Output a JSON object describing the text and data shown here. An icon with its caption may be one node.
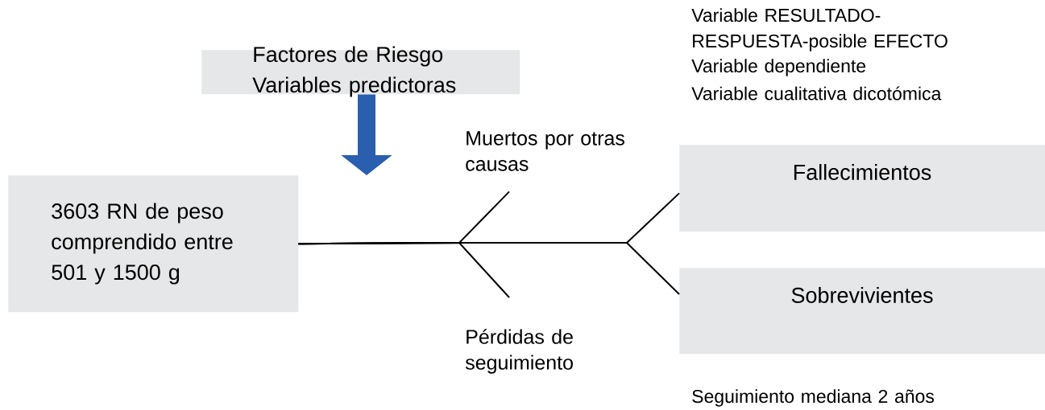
{
  "diagram": {
    "nodes": [
      {
        "text": [
          "Factores de Riesgo Variables predictoras"
        ]
      },
      {
        "text": [
          "3603 RN de peso comprendido entre 501 y 1500 g"
        ]
      },
      {
        "text": [
          "Fallecimientos"
        ]
      },
      {
        "text": [
          "Sobrevivientes"
        ]
      },
      {
        "text": [
          "Muertos por otras causas"
        ]
      },
      {
        "text": [
          "Pérdidas de seguimiento"
        ]
      }
    ],
    "edges": [
      {
        "from": 0,
        "to": 1,
        "arrow": "to",
        "style": "thick",
        "color": "#2a5fb0"
      },
      {
        "from": 1,
        "to": 2,
        "arrow": "none"
      },
      {
        "from": 1,
        "to": 3,
        "arrow": "none"
      },
      {
        "from": 1,
        "to": 4,
        "arrow": "none"
      },
      {
        "from": 1,
        "to": 5,
        "arrow": "none"
      }
    ],
    "labels": [
      "Variable RESULTADO-RESPUESTA-posible EFECTO",
      "Variable dependiente",
      "Variable cualitativa dicotómica",
      "Seguimiento  mediana  2 años"
    ]
  }
}
